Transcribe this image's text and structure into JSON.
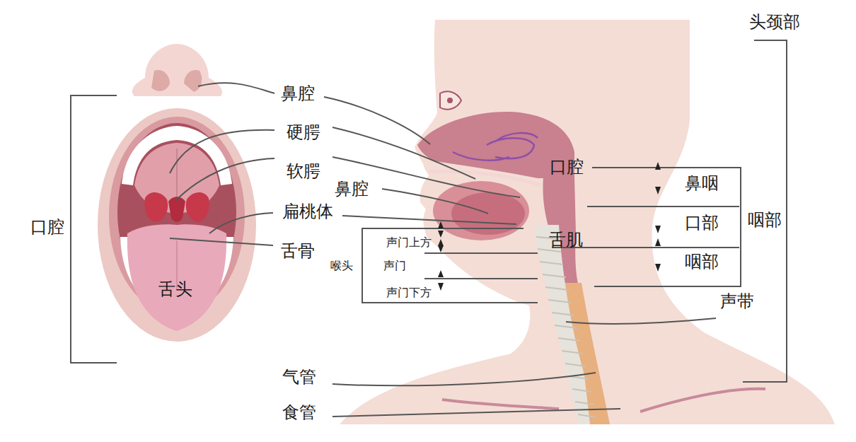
{
  "diagram": {
    "labels": [
      "头颈部",
      "鼻腔",
      "硬腭",
      "软腭",
      "鼻腔",
      "扁桃体",
      "舌骨",
      "口腔",
      "舌头",
      "口腔",
      "鼻咽",
      "口部",
      "咽部",
      "舌肌",
      "咽部",
      "声门上方",
      "声门",
      "声门下方",
      "喉头",
      "声带",
      "气管",
      "食管"
    ]
  }
}
